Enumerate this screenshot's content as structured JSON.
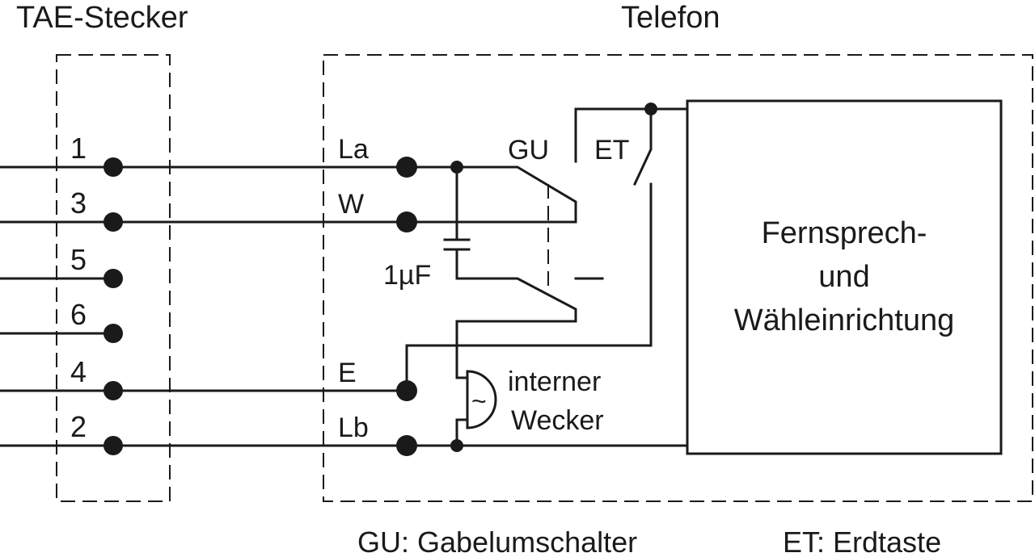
{
  "labels": {
    "plug_title": "TAE-Stecker",
    "phone_title": "Telefon",
    "pin_1": "1",
    "pin_3": "3",
    "pin_5": "5",
    "pin_6": "6",
    "pin_4": "4",
    "pin_2": "2",
    "term_la": "La",
    "term_w": "W",
    "term_e": "E",
    "term_lb": "Lb",
    "capacitor": "1µF",
    "switch_gu": "GU",
    "switch_et": "ET",
    "unit_line1": "Fernsprech-",
    "unit_line2": "und",
    "unit_line3": "Wähleinrichtung",
    "bell_line1": "interner",
    "bell_line2": "Wecker",
    "bell_symbol": "~",
    "legend_gu": "GU: Gabelumschalter",
    "legend_et": "ET: Erdtaste"
  }
}
